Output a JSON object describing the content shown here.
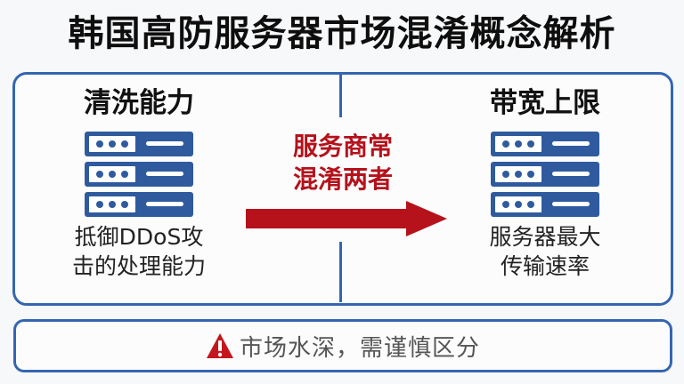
{
  "title": "韩国高防服务器市场混淆概念解析",
  "left": {
    "heading": "清洗能力",
    "icon": "server-stack-icon",
    "description_line1": "抵御DDoS攻",
    "description_line2": "击的处理能力"
  },
  "center": {
    "line1": "服务商常",
    "line2": "混淆两者",
    "icon": "arrow-right-icon"
  },
  "right": {
    "heading": "带宽上限",
    "icon": "server-stack-icon",
    "description_line1": "服务器最大",
    "description_line2": "传输速率"
  },
  "warning": {
    "icon": "warning-triangle-icon",
    "text": "市场水深，需谨慎区分"
  },
  "colors": {
    "border_blue": "#3466b0",
    "server_blue": "#2f5b9e",
    "accent_red": "#b5121b",
    "warning_red": "#c4161c"
  }
}
